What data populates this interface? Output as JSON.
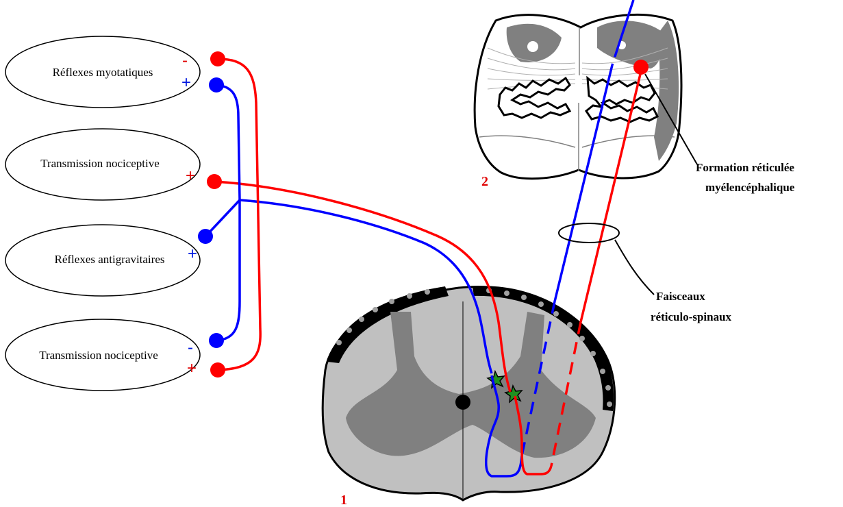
{
  "colors": {
    "excitatory": "#ff0000",
    "inhibitory": "#0000ff",
    "white_matter": "#c0c0c0",
    "gray_matter": "#808080",
    "border": "#000000",
    "neuron": "#208020"
  },
  "boxes": [
    {
      "label": "Réflexes myotatiques",
      "signs": [
        "-",
        "+"
      ]
    },
    {
      "label": "Transmission nociceptive",
      "signs": [
        "+"
      ]
    },
    {
      "label": "Réflexes antigravitaires",
      "signs": [
        "+"
      ]
    },
    {
      "label": "Transmission nociceptive",
      "signs": [
        "-",
        "+"
      ]
    }
  ],
  "section_labels": {
    "spinal_cord": "1",
    "medulla": "2"
  },
  "annotations": {
    "reticular_formation": [
      "Formation réticulée",
      "myélencéphalique"
    ],
    "tracts": [
      "Faisceaux",
      "réticulo-spinaux"
    ]
  }
}
